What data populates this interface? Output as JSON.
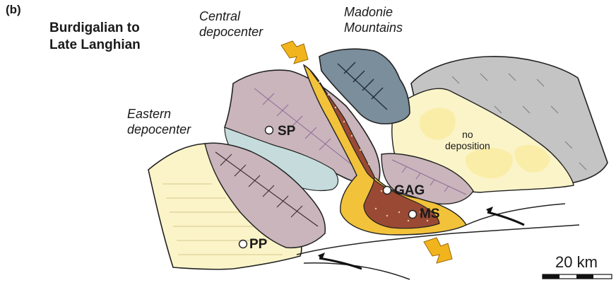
{
  "panel_label": "(b)",
  "title": "Burdigalian to\nLate Langhian",
  "regions": {
    "central": "Central\ndepocenter",
    "madonie": "Madonie\nMountains",
    "eastern": "Eastern\ndepocenter",
    "no_deposition": "no\ndeposition"
  },
  "sites": {
    "sp": "SP",
    "gag": "GAG",
    "ms": "MS",
    "pp": "PP"
  },
  "scale": {
    "label": "20 km"
  },
  "colors": {
    "mauve": "#c9b5bb",
    "light_blue": "#c6dcdc",
    "slate": "#7a8e9c",
    "yellow_orange": "#f2c23a",
    "brown": "#9a4a34",
    "grey": "#c4c4c4",
    "cream": "#fbf4c8",
    "pale_yellow": "#f9eda8",
    "arrow": "#f2b41c"
  }
}
